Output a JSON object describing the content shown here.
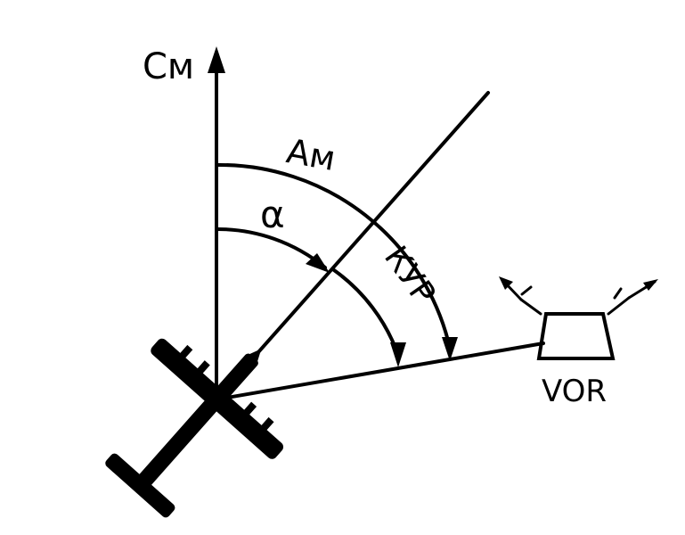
{
  "labels": {
    "north": "Cм",
    "am": "Ам",
    "alpha": "α",
    "kur": "КУР",
    "vor": "VOR"
  },
  "colors": {
    "ink": "#000000",
    "paper": "#ffffff"
  }
}
